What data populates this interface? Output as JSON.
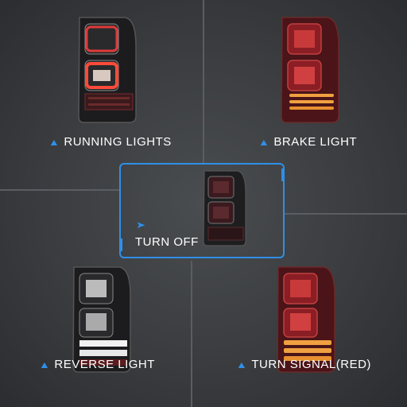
{
  "panels": [
    {
      "label": "RUNNING LIGHTS",
      "mode": "running"
    },
    {
      "label": "BRAKE LIGHT",
      "mode": "brake"
    },
    {
      "label": "TURN OFF",
      "mode": "off"
    },
    {
      "label": "REVERSE LIGHT",
      "mode": "reverse"
    },
    {
      "label": "TURN SIGNAL(RED)",
      "mode": "turn"
    }
  ],
  "colors": {
    "accent": "#2f8fe8",
    "lens_red": "#b0202a",
    "amber": "#f0a040",
    "white_led": "#f2f2f2"
  },
  "icons": {
    "label_marker": "chevron-up-icon",
    "focus_marker": "chevron-right-icon"
  }
}
